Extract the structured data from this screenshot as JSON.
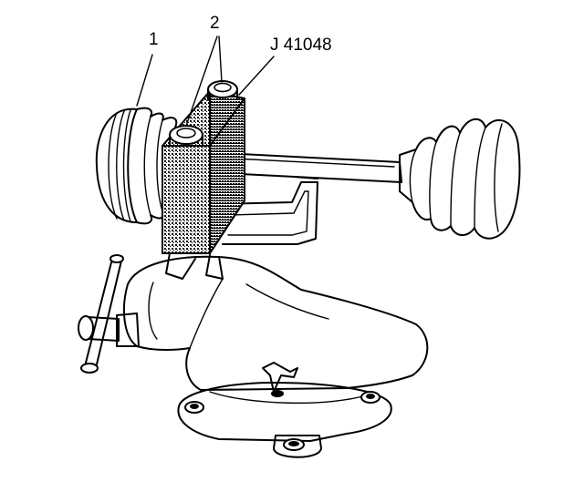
{
  "callouts": {
    "boot_number": "1",
    "clamp_number": "2",
    "tool_number": "J 41048"
  },
  "colors": {
    "ink": "#000000",
    "paper": "#ffffff",
    "shading": "#9a9a9a"
  }
}
